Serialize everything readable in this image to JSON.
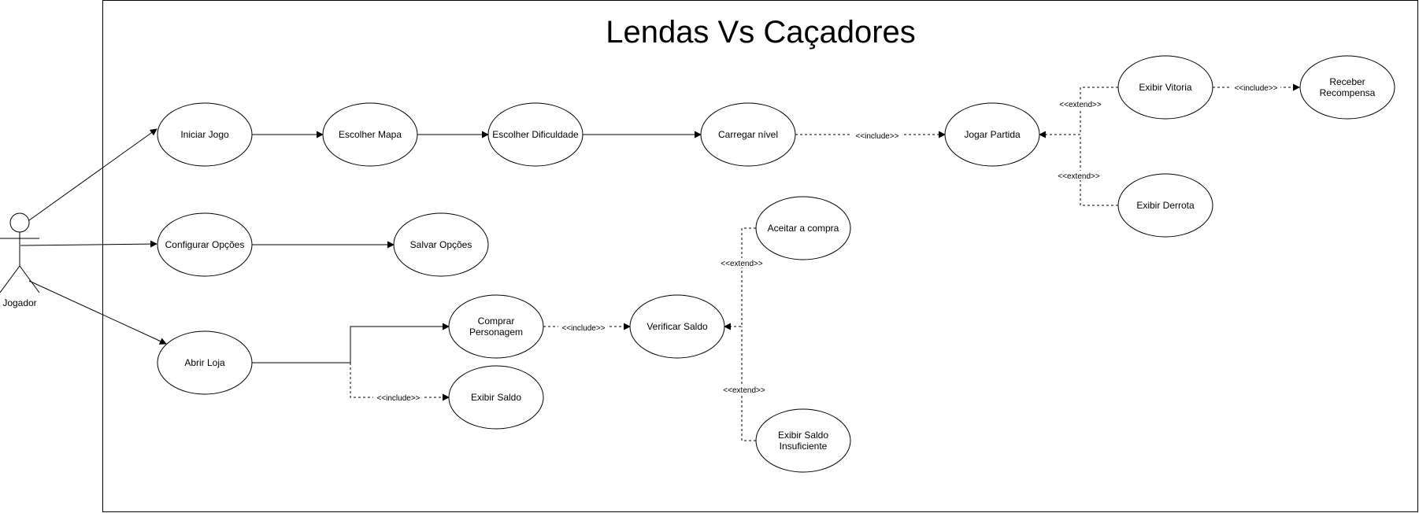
{
  "diagram": {
    "title": "Lendas Vs Caçadores",
    "actor": {
      "name": "Jogador"
    },
    "use_cases": {
      "iniciar_jogo": [
        "Iniciar Jogo"
      ],
      "escolher_mapa": [
        "Escolher Mapa"
      ],
      "escolher_dificuldade": [
        "Escolher Dificuldade"
      ],
      "carregar_nivel": [
        "Carregar nível"
      ],
      "jogar_partida": [
        "Jogar Partida"
      ],
      "exibir_vitoria": [
        "Exibir Vitoria"
      ],
      "receber_recompensa": [
        "Receber",
        "Recompensa"
      ],
      "exibir_derrota": [
        "Exibir Derrota"
      ],
      "configurar_opcoes": [
        "Configurar Opções"
      ],
      "salvar_opcoes": [
        "Salvar Opções"
      ],
      "abrir_loja": [
        "Abrir Loja"
      ],
      "comprar_personagem": [
        "Comprar",
        "Personagem"
      ],
      "exibir_saldo": [
        "Exibir Saldo"
      ],
      "verificar_saldo": [
        "Verificar Saldo"
      ],
      "aceitar_compra": [
        "Aceitar a compra"
      ],
      "exibir_saldo_insuficiente": [
        "Exibir Saldo",
        "Insuficiente"
      ]
    },
    "relations": [
      {
        "id": "r1",
        "from": "actor",
        "to": "iniciar_jogo",
        "type": "association",
        "label": ""
      },
      {
        "id": "r2",
        "from": "actor",
        "to": "configurar_opcoes",
        "type": "association",
        "label": ""
      },
      {
        "id": "r3",
        "from": "actor",
        "to": "abrir_loja",
        "type": "association",
        "label": ""
      },
      {
        "id": "r4",
        "from": "iniciar_jogo",
        "to": "escolher_mapa",
        "type": "flow",
        "label": ""
      },
      {
        "id": "r5",
        "from": "escolher_mapa",
        "to": "escolher_dificuldade",
        "type": "flow",
        "label": ""
      },
      {
        "id": "r6",
        "from": "escolher_dificuldade",
        "to": "carregar_nivel",
        "type": "flow",
        "label": ""
      },
      {
        "id": "r7",
        "from": "carregar_nivel",
        "to": "jogar_partida",
        "type": "include",
        "label": "<<include>>"
      },
      {
        "id": "r8",
        "from": "exibir_vitoria",
        "to": "jogar_partida",
        "type": "extend",
        "label": "<<extend>>"
      },
      {
        "id": "r9",
        "from": "exibir_derrota",
        "to": "jogar_partida",
        "type": "extend",
        "label": "<<extend>>"
      },
      {
        "id": "r10",
        "from": "exibir_vitoria",
        "to": "receber_recompensa",
        "type": "include",
        "label": "<<include>>"
      },
      {
        "id": "r11",
        "from": "configurar_opcoes",
        "to": "salvar_opcoes",
        "type": "flow",
        "label": ""
      },
      {
        "id": "r12",
        "from": "abrir_loja",
        "to": "comprar_personagem",
        "type": "flow",
        "label": ""
      },
      {
        "id": "r13",
        "from": "abrir_loja",
        "to": "exibir_saldo",
        "type": "include",
        "label": "<<include>>"
      },
      {
        "id": "r14",
        "from": "comprar_personagem",
        "to": "verificar_saldo",
        "type": "include",
        "label": "<<include>>"
      },
      {
        "id": "r15",
        "from": "aceitar_compra",
        "to": "verificar_saldo",
        "type": "extend",
        "label": "<<extend>>"
      },
      {
        "id": "r16",
        "from": "exibir_saldo_insuficiente",
        "to": "verificar_saldo",
        "type": "extend",
        "label": "<<extend>>"
      }
    ]
  }
}
